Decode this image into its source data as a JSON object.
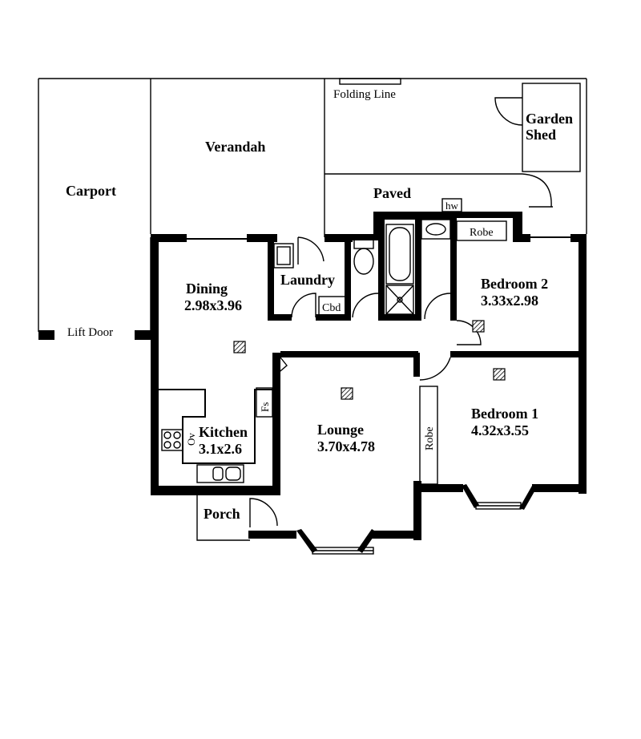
{
  "rooms": {
    "carport": "Carport",
    "verandah": "Verandah",
    "paved": "Paved",
    "garden_shed_line1": "Garden",
    "garden_shed_line2": "Shed",
    "laundry": "Laundry",
    "dining": "Dining",
    "dining_size": "2.98x3.96",
    "kitchen": "Kitchen",
    "kitchen_size": "3.1x2.6",
    "lounge": "Lounge",
    "lounge_size": "3.70x4.78",
    "bedroom2": "Bedroom 2",
    "bedroom2_size": "3.33x2.98",
    "bedroom1": "Bedroom 1",
    "bedroom1_size": "4.32x3.55",
    "porch": "Porch"
  },
  "fixtures": {
    "folding_line": "Folding Line",
    "lift_door": "Lift Door",
    "hw": "hw",
    "robe_top": "Robe",
    "robe_side": "Robe",
    "cbd": "Cbd",
    "fs": "Fs",
    "ov": "Ov"
  }
}
